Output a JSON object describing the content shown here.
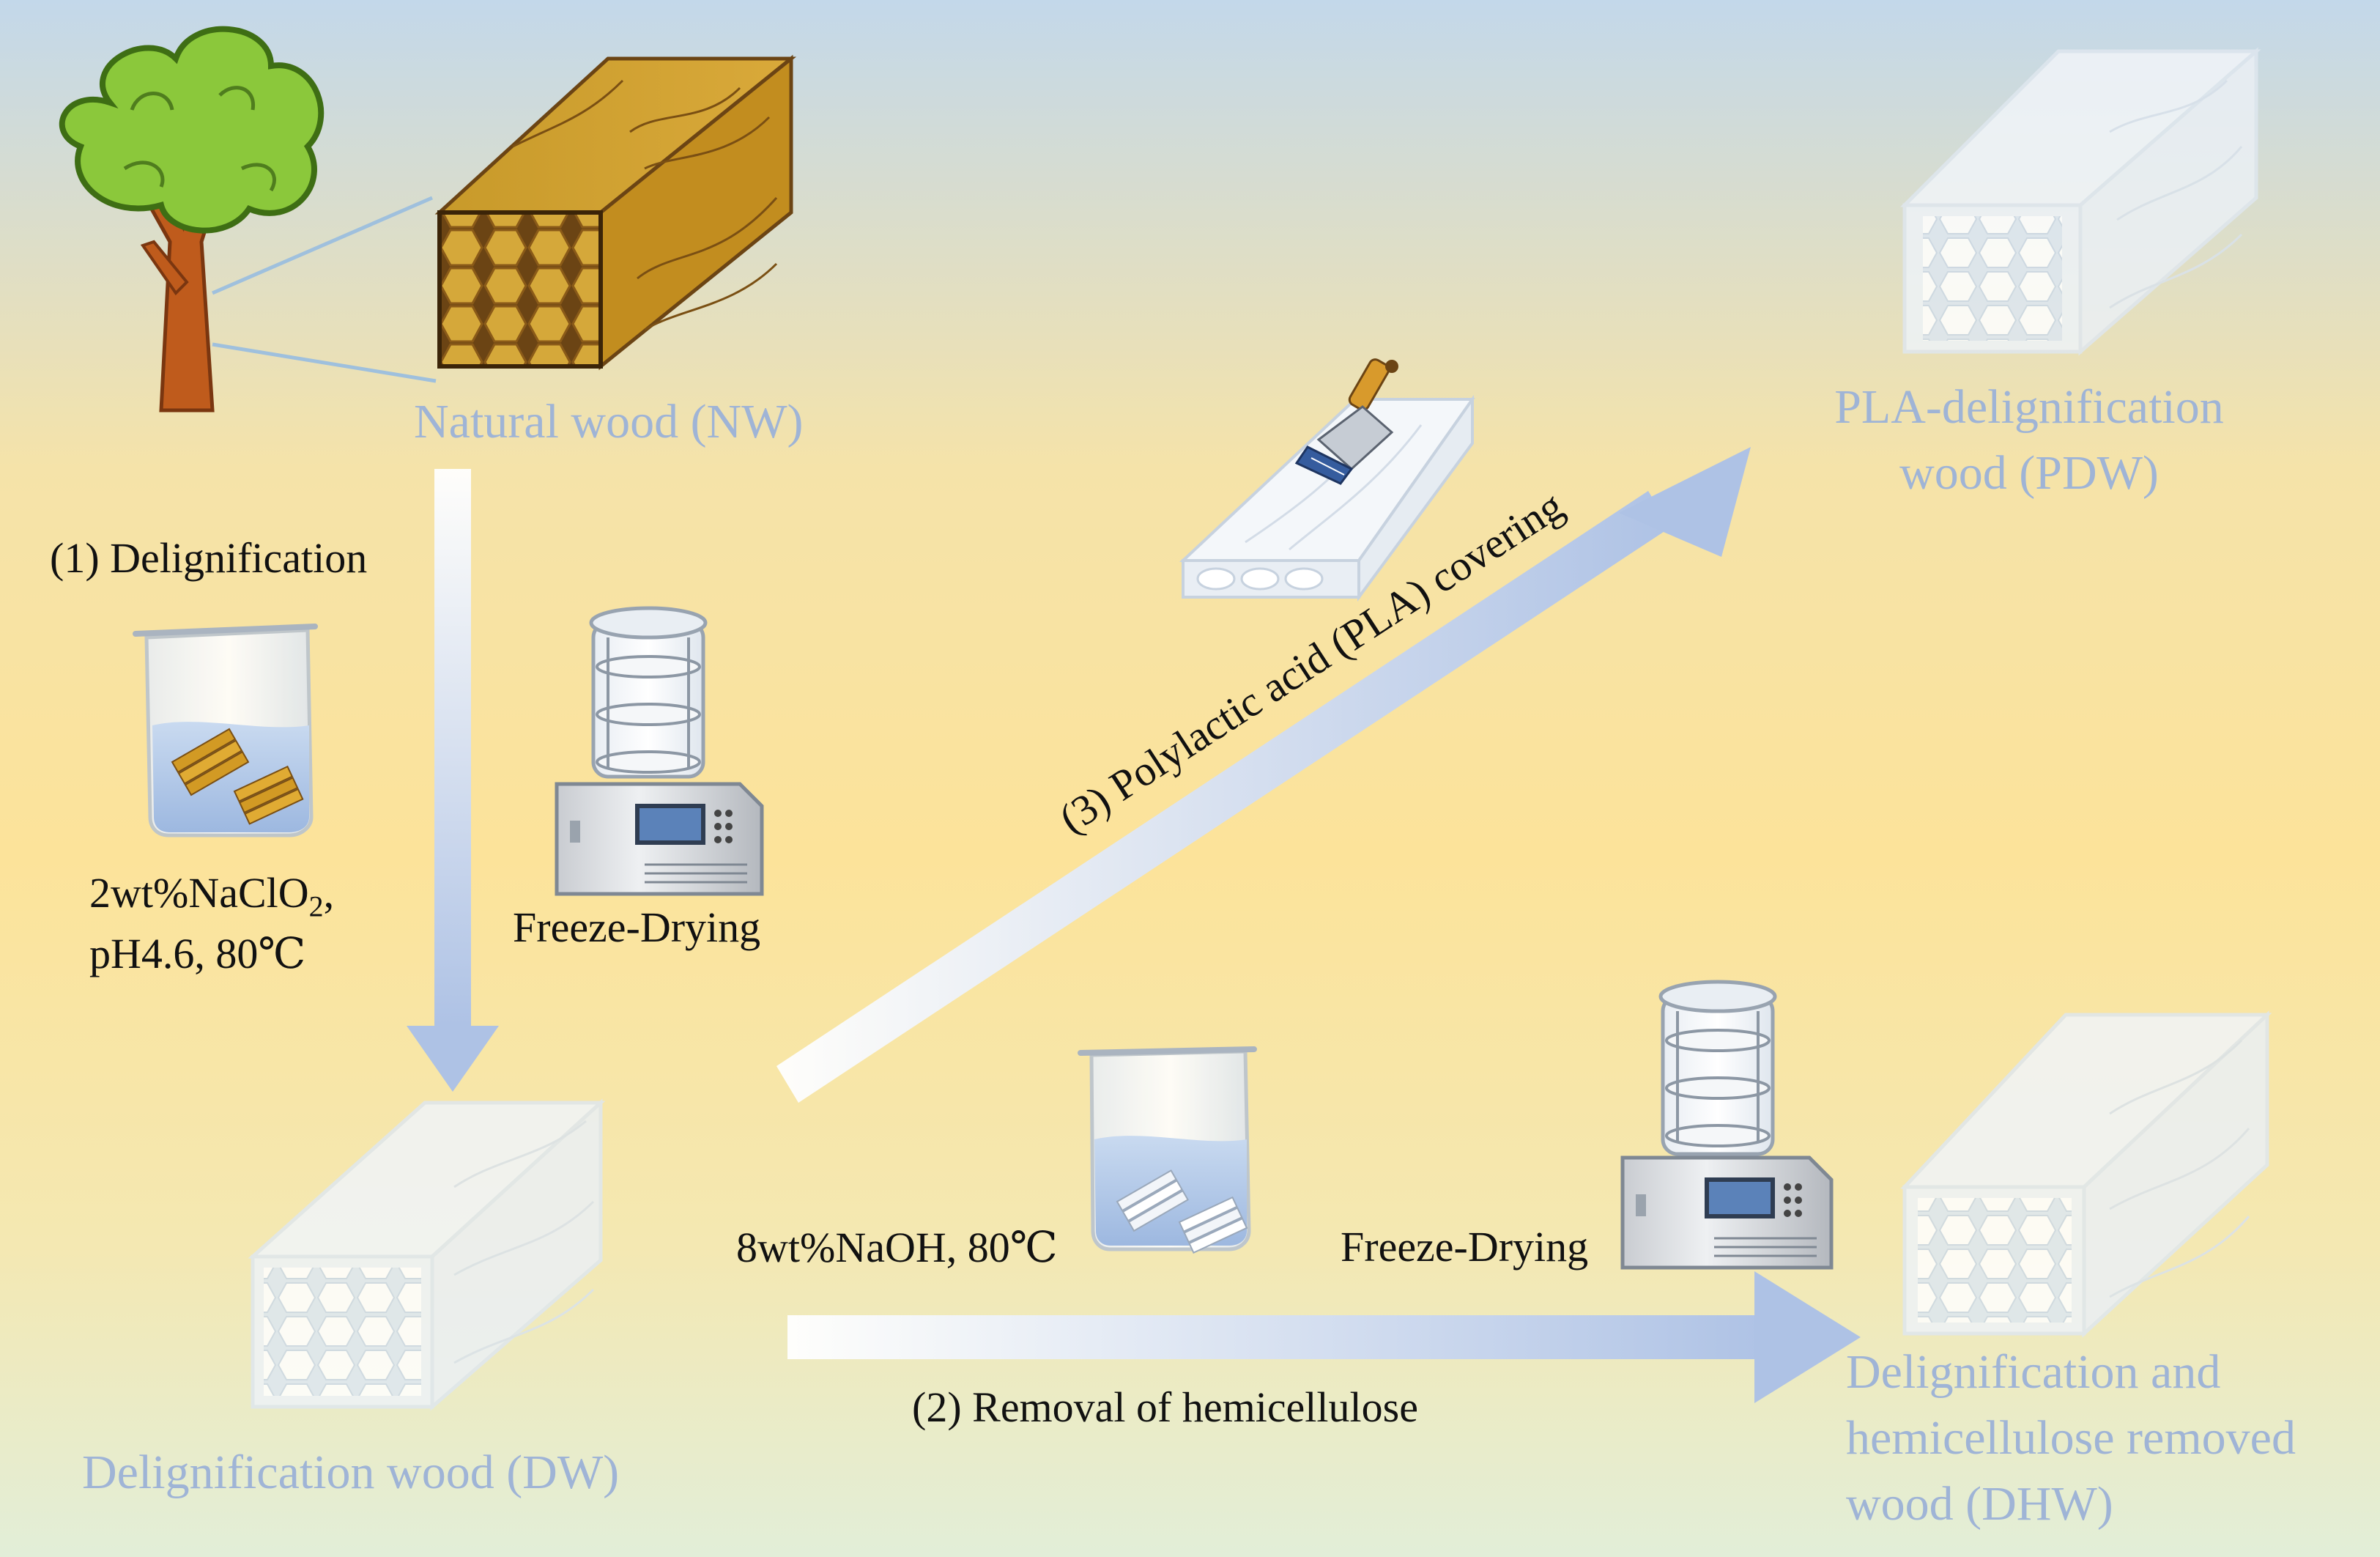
{
  "labels": {
    "natural_wood": "Natural wood (NW)",
    "delignification_step": "(1) Delignification",
    "naclo2_line1_prefix": "2wt%NaClO",
    "naclo2_subscript": "2",
    "naclo2_line1_suffix": ",",
    "naclo2_line2": "pH4.6, 80℃",
    "freeze_drying_1": "Freeze-Drying",
    "pla_covering": "(3) Polylactic acid (PLA) covering",
    "pdw_line1": "PLA-delignification",
    "pdw_line2": "wood (PDW)",
    "dw": "Delignification wood (DW)",
    "naoh": "8wt%NaOH, 80℃",
    "freeze_drying_2": "Freeze-Drying",
    "hemicellulose_step": "(2) Removal of  hemicellulose",
    "dhw_line1": "Delignification and",
    "dhw_line2": "hemicellulose removed",
    "dhw_line3": "wood (DHW)"
  },
  "colors": {
    "background_top": "#c3d8ea",
    "background_middle": "#fbe29c",
    "background_bottom": "#e4eed6",
    "arrow": "#b4c6e6",
    "label_blue": "#9fb4d6",
    "label_black": "#111111",
    "wood_brown": "#c8951f",
    "treated_wood": "#eef3f8"
  },
  "icons": [
    "tree-icon",
    "natural-wood-block-icon",
    "beaker-icon",
    "freeze-dryer-icon",
    "brush-icon",
    "wood-plank-icon",
    "treated-wood-block-icon"
  ]
}
